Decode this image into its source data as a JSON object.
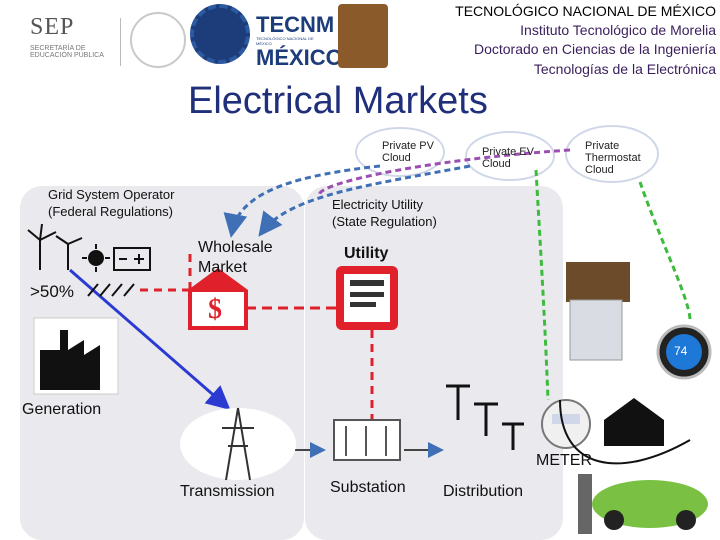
{
  "header": {
    "logos": {
      "sep": "SEP",
      "sep_sub_1": "SECRETARÍA DE",
      "sep_sub_2": "EDUCACIÓN PÚBLICA",
      "tecnm_1": "TECNM",
      "tecnm_2": "TECNOLÓGICO NACIONAL DE MÉXICO",
      "tecnm_3": "MÉXICO"
    },
    "line1": "TECNOLÓGICO NACIONAL DE MÉXICO",
    "line2": "Instituto Tecnológico de Morelia",
    "line3": "Doctorado en Ciencias de la Ingeniería",
    "line4": "Tecnologías de la Electrónica"
  },
  "title": "Electrical Markets",
  "clouds": {
    "pv": [
      "Private PV",
      "Cloud"
    ],
    "ev": [
      "Private EV",
      "Cloud"
    ],
    "thermostat": [
      "Private",
      "Thermostat",
      "Cloud"
    ]
  },
  "grid_operator": [
    "Grid System Operator",
    "(Federal Regulations)"
  ],
  "utility_reg": [
    "Electricity Utility",
    "(State Regulation)"
  ],
  "wholesale": [
    "Wholesale",
    "Market"
  ],
  "utility": "Utility",
  "renewable_share": ">50%",
  "dollar": "$",
  "generation": "Generation",
  "transmission": "Transmission",
  "substation": "Substation",
  "distribution": "Distribution",
  "meter": "METER",
  "thermostat_display": "74",
  "colors": {
    "title": "#1f2f7a",
    "dashed_red": "#e0202a",
    "dashed_blue": "#3f6fb5",
    "arrow_blue": "#2b3bd1",
    "dashed_green": "#3dbb3d",
    "panel": "#e9e9ee"
  }
}
